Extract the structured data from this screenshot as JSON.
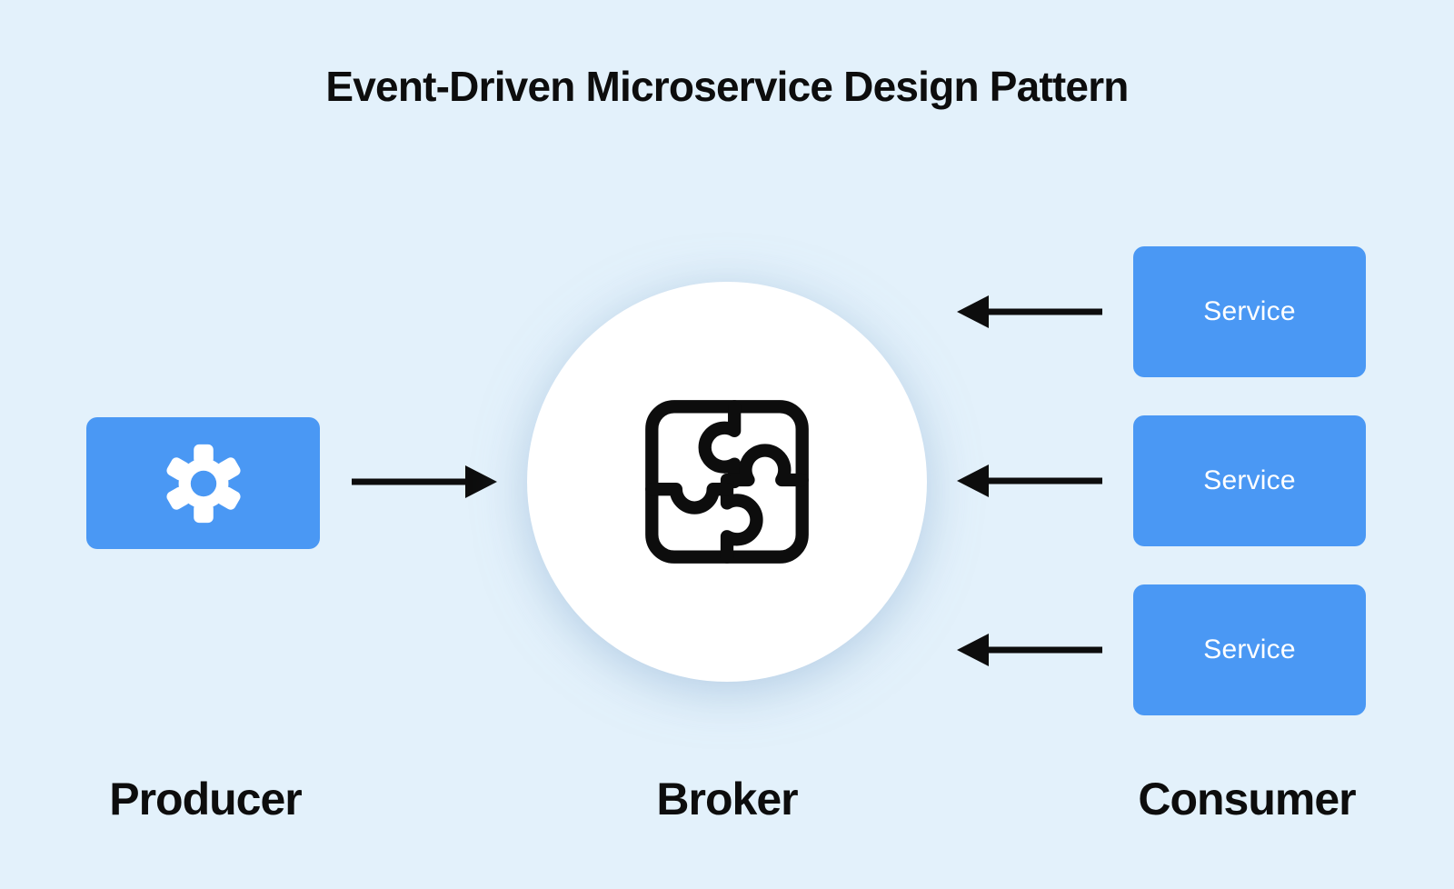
{
  "title": "Event-Driven Microservice Design Pattern",
  "columns": {
    "producer": {
      "label": "Producer",
      "icon": "gear-icon"
    },
    "broker": {
      "label": "Broker",
      "icon": "puzzle-icon"
    },
    "consumer": {
      "label": "Consumer",
      "services": [
        {
          "label": "Service"
        },
        {
          "label": "Service"
        },
        {
          "label": "Service"
        }
      ]
    }
  },
  "arrows": [
    {
      "from": "producer",
      "to": "broker",
      "direction": "right"
    },
    {
      "from": "service-1",
      "to": "broker",
      "direction": "left"
    },
    {
      "from": "service-2",
      "to": "broker",
      "direction": "left"
    },
    {
      "from": "service-3",
      "to": "broker",
      "direction": "left"
    }
  ],
  "colors": {
    "background": "#e3f1fb",
    "primary_blue": "#4a98f4",
    "ink_black": "#0d0d0d",
    "broker_circle_white": "#ffffff",
    "service_text_white": "#ffffff"
  }
}
